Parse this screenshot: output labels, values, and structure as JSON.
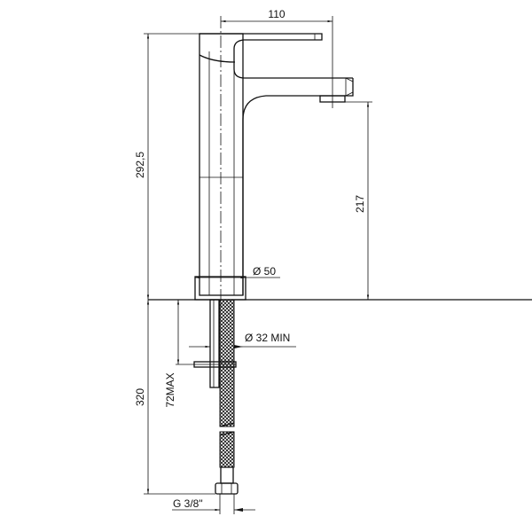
{
  "title": "Tall basin mixer technical drawing",
  "dimensions": {
    "spout_reach": "110",
    "total_height": "292,5",
    "spout_height": "217",
    "base_diameter": "Ø 50",
    "hole_diameter": "Ø 32 MIN",
    "max_deck_thickness": "72MAX",
    "hose_length": "320",
    "connection": "G  3/8\""
  },
  "colors": {
    "line": "#111111",
    "background": "#ffffff"
  }
}
